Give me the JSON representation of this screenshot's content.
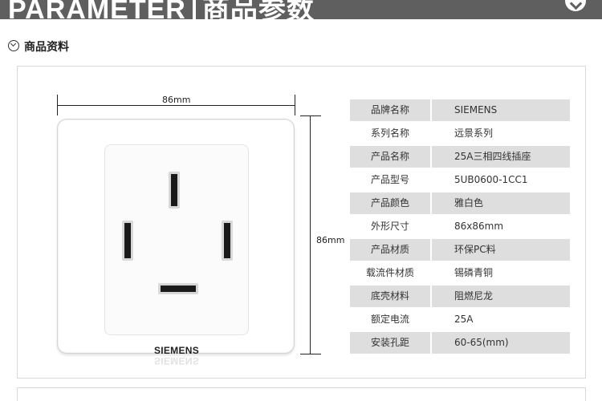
{
  "header": {
    "title_en": "PARAMETER",
    "title_cn": "商品参数"
  },
  "section": {
    "label": "商品资料"
  },
  "dimensions": {
    "width_label": "86mm",
    "height_label": "86mm"
  },
  "product": {
    "brand_mark": "SIEMENS"
  },
  "specs": [
    {
      "key": "品牌名称",
      "value": "SIEMENS"
    },
    {
      "key": "系列名称",
      "value": "远景系列"
    },
    {
      "key": "产品名称",
      "value": "25A三相四线插座"
    },
    {
      "key": "产品型号",
      "value": "5UB0600-1CC1"
    },
    {
      "key": "产品颜色",
      "value": "雅白色"
    },
    {
      "key": "外形尺寸",
      "value": "86x86mm"
    },
    {
      "key": "产品材质",
      "value": "环保PC料"
    },
    {
      "key": "载流件材质",
      "value": "锡磷青铜"
    },
    {
      "key": "底壳材料",
      "value": "阻燃尼龙"
    },
    {
      "key": "额定电流",
      "value": "25A"
    },
    {
      "key": "安装孔距",
      "value": "60-65(mm)"
    }
  ],
  "colors": {
    "header_bg": "#5f5f5f",
    "row_shade": "#dedede",
    "text": "#333333"
  }
}
